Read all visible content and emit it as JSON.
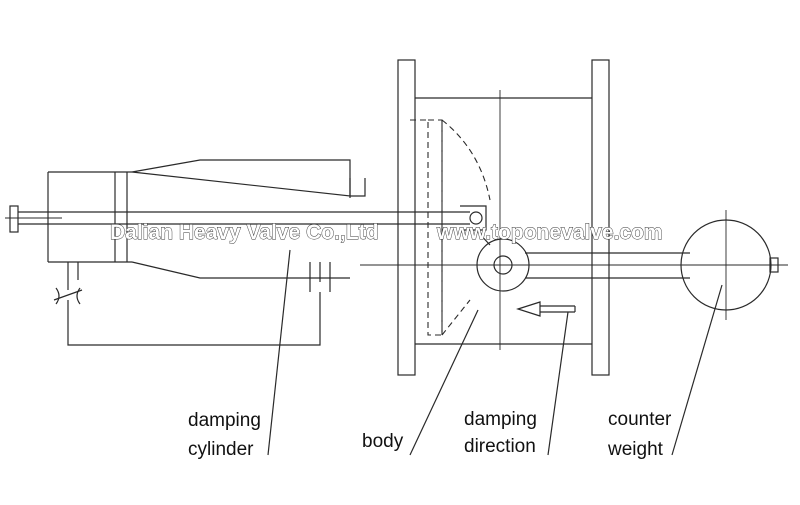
{
  "watermarks": {
    "company": "Dalian Heavy Valve Co.,Ltd",
    "website": "www.toponevalve.com"
  },
  "labels": {
    "damping_cylinder": [
      "damping",
      "cylinder"
    ],
    "body": "body",
    "damping_direction": [
      "damping",
      "direction"
    ],
    "counter_weight": [
      "counter",
      "weight"
    ]
  },
  "style": {
    "line_color": "#2a2a2a",
    "text_color": "#111111"
  }
}
